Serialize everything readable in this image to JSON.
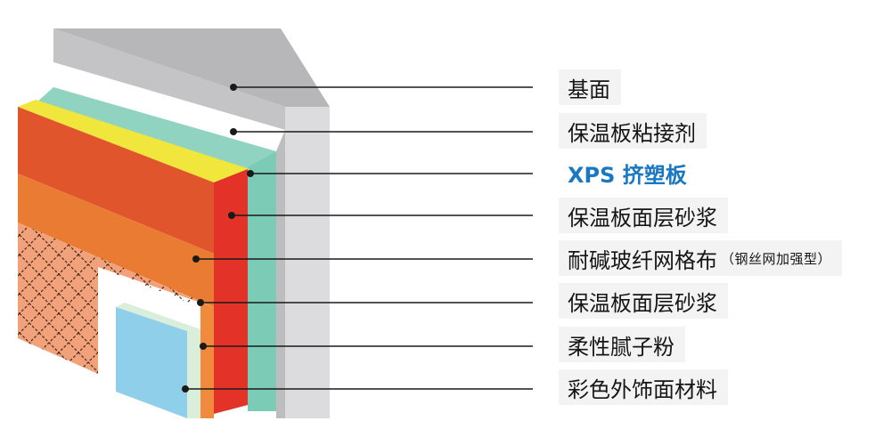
{
  "colors": {
    "accent": "#1a78c2",
    "base": "#c9c9cb",
    "adhesive": "#ffffff",
    "xps_board": "#f0e63c",
    "board_face": "#e0552c",
    "board_edge": "#e33227",
    "insulation": "#7ccbb6",
    "mesh": "#f1a27a",
    "putty": "#d9eedb",
    "finish": "#8fcfe9",
    "leader": "#1a1a1a"
  },
  "layers": [
    {
      "label": "基面",
      "note": ""
    },
    {
      "label": "保温板粘接剂",
      "note": ""
    },
    {
      "label": "XPS 挤塑板",
      "note": "",
      "accent": true
    },
    {
      "label": "保温板面层砂浆",
      "note": ""
    },
    {
      "label": "耐碱玻纤网格布",
      "note": "（钢丝网加强型）"
    },
    {
      "label": "保温板面层砂浆",
      "note": ""
    },
    {
      "label": "柔性腻子粉",
      "note": ""
    },
    {
      "label": "彩色外饰面材料",
      "note": ""
    }
  ]
}
